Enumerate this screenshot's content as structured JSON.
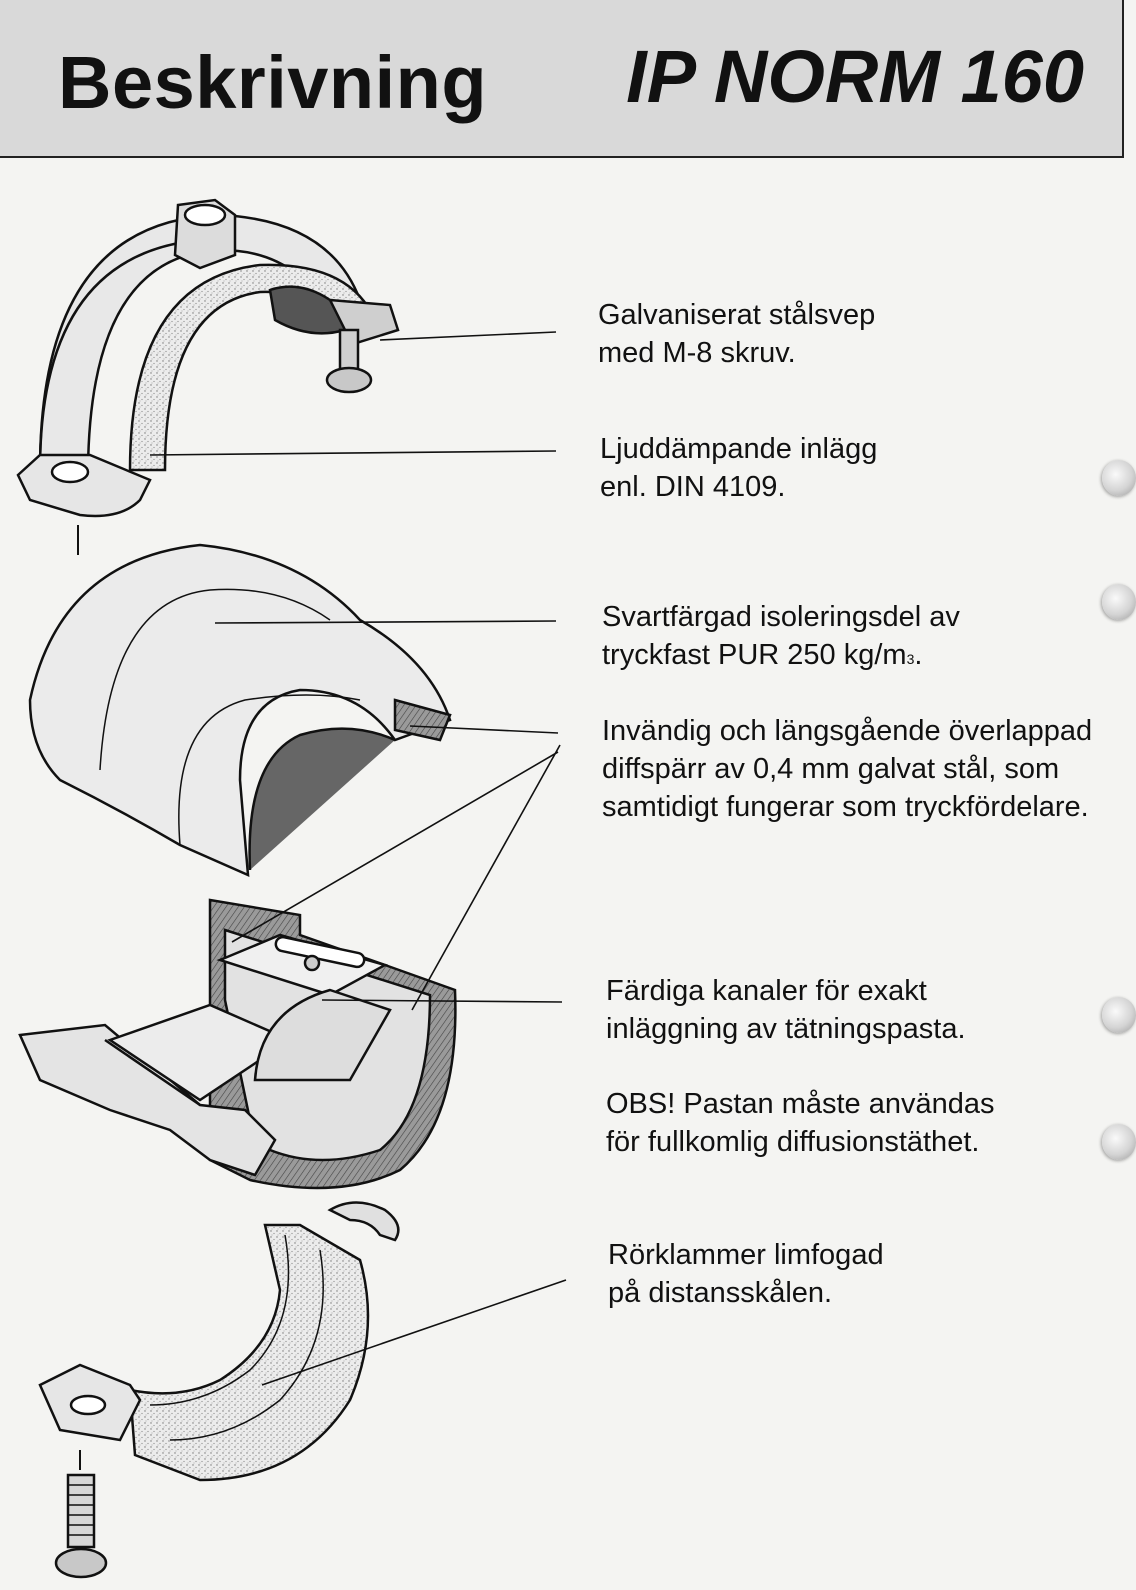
{
  "header": {
    "title_left": "Beskrivning",
    "title_right": "IP NORM 160"
  },
  "labels": {
    "clamp_l1": "Galvaniserat stålsvep",
    "clamp_l2": "med M-8 skruv.",
    "damping_l1": "Ljuddämpande inlägg",
    "damping_l2": "enl. DIN 4109.",
    "insulation_l1": "Svartfärgad isoleringsdel av",
    "insulation_l2_main": "tryckfast PUR 250 kg/m",
    "insulation_l2_sup": "3",
    "insulation_l2_end": ".",
    "barrier_l1": "Invändig och längsgående överlappad",
    "barrier_l2": "diffspärr av 0,4 mm galvat stål, som",
    "barrier_l3": "samtidigt fungerar som tryckfördelare.",
    "channels_l1": "Färdiga kanaler för exakt",
    "channels_l2": "inläggning av tätningspasta.",
    "obs_l1": "OBS! Pastan måste användas",
    "obs_l2": "för fullkomlig diffusionstäthet.",
    "pipeclamp_l1": "Rörklammer limfogad",
    "pipeclamp_l2": "på distansskålen."
  },
  "colors": {
    "header_bg": "#d9d9d9",
    "page_bg": "#f4f4f2",
    "line": "#111111",
    "dark_shade": "#8a8a8a",
    "light_fill": "#e6e6e6"
  }
}
